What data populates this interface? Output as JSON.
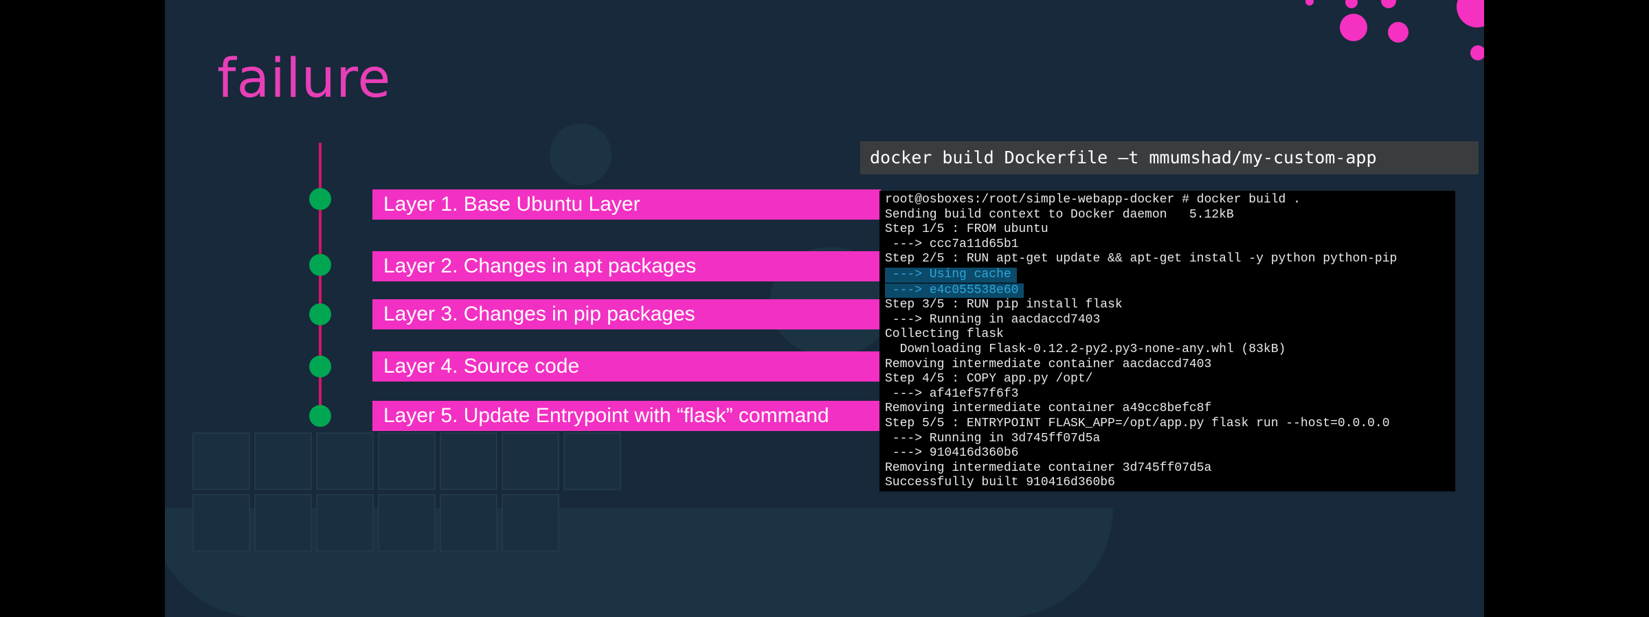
{
  "slide": {
    "title": "failure"
  },
  "layers": [
    {
      "label": "Layer 1. Base Ubuntu Layer"
    },
    {
      "label": "Layer 2. Changes in apt packages"
    },
    {
      "label": "Layer 3. Changes in pip packages"
    },
    {
      "label": "Layer 4. Source code"
    },
    {
      "label": "Layer 5. Update Entrypoint with “flask” command"
    }
  ],
  "command": "docker build Dockerfile –t mmumshad/my-custom-app",
  "terminal": {
    "lines": [
      {
        "text": "root@osboxes:/root/simple-webapp-docker # docker build ."
      },
      {
        "text": "Sending build context to Docker daemon   5.12kB"
      },
      {
        "text": "Step 1/5 : FROM ubuntu"
      },
      {
        "text": " ---> ccc7a11d65b1"
      },
      {
        "text": "Step 2/5 : RUN apt-get update && apt-get install -y python python-pip"
      },
      {
        "text": " ---> Using cache",
        "highlight": true
      },
      {
        "text": " ---> e4c055538e60",
        "highlight": true
      },
      {
        "text": "Step 3/5 : RUN pip install flask"
      },
      {
        "text": " ---> Running in aacdaccd7403"
      },
      {
        "text": "Collecting flask"
      },
      {
        "text": "  Downloading Flask-0.12.2-py2.py3-none-any.whl (83kB)"
      },
      {
        "text": "Removing intermediate container aacdaccd7403"
      },
      {
        "text": "Step 4/5 : COPY app.py /opt/"
      },
      {
        "text": " ---> af41ef57f6f3"
      },
      {
        "text": "Removing intermediate container a49cc8befc8f"
      },
      {
        "text": "Step 5/5 : ENTRYPOINT FLASK_APP=/opt/app.py flask run --host=0.0.0.0"
      },
      {
        "text": " ---> Running in 3d745ff07d5a"
      },
      {
        "text": " ---> 910416d360b6"
      },
      {
        "text": "Removing intermediate container 3d745ff07d5a"
      },
      {
        "text": "Successfully built 910416d360b6"
      }
    ]
  },
  "colors": {
    "background": "#17293a",
    "accent_pink": "#f230c3",
    "node_green": "#00a651",
    "timeline_red": "#d4146a",
    "highlight_blue": "#2aa7d9"
  }
}
